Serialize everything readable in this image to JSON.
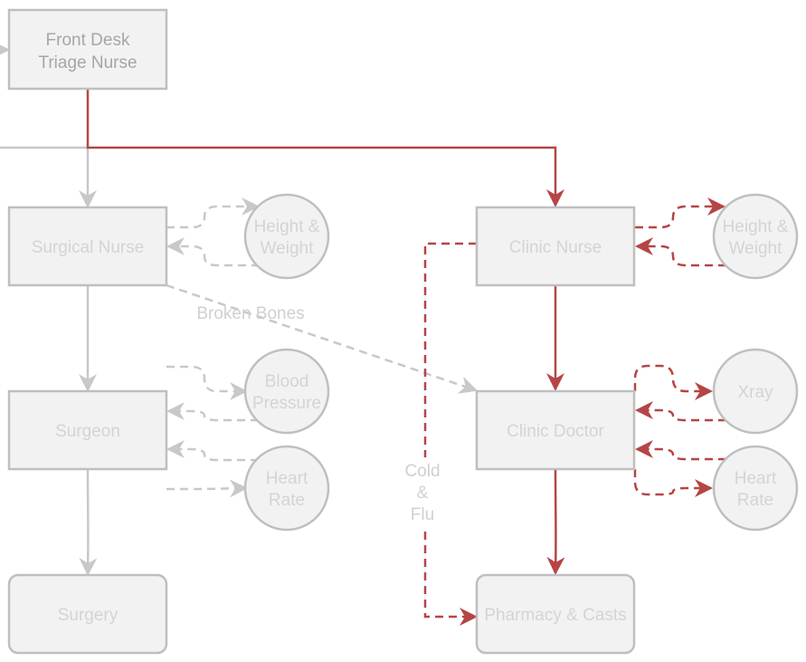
{
  "colors": {
    "node_fill": "#f2f2f2",
    "node_stroke": "#bfbfbf",
    "text_dim": "#d4d4d4",
    "text_active": "#a6a6a6",
    "edge_gray": "#c8c8c8",
    "edge_red": "#b64545"
  },
  "nodes": {
    "front_desk": {
      "line1": "Front Desk",
      "line2": "Triage Nurse"
    },
    "surgical_nurse": {
      "label": "Surgical Nurse"
    },
    "surgical_hw": {
      "line1": "Height &",
      "line2": "Weight"
    },
    "surgeon": {
      "label": "Surgeon"
    },
    "blood_pressure": {
      "line1": "Blood",
      "line2": "Pressure"
    },
    "surgeon_hr": {
      "line1": "Heart",
      "line2": "Rate"
    },
    "surgery": {
      "label": "Surgery"
    },
    "clinic_nurse": {
      "label": "Clinic Nurse"
    },
    "clinic_hw": {
      "line1": "Height &",
      "line2": "Weight"
    },
    "clinic_doctor": {
      "label": "Clinic Doctor"
    },
    "xray": {
      "label": "Xray"
    },
    "clinic_hr": {
      "line1": "Heart",
      "line2": "Rate"
    },
    "pharmacy": {
      "label": "Pharmacy & Casts"
    }
  },
  "edges": {
    "broken_bones": "Broken Bones",
    "cold_flu": {
      "line1": "Cold",
      "line2": "&",
      "line3": "Flu"
    }
  }
}
